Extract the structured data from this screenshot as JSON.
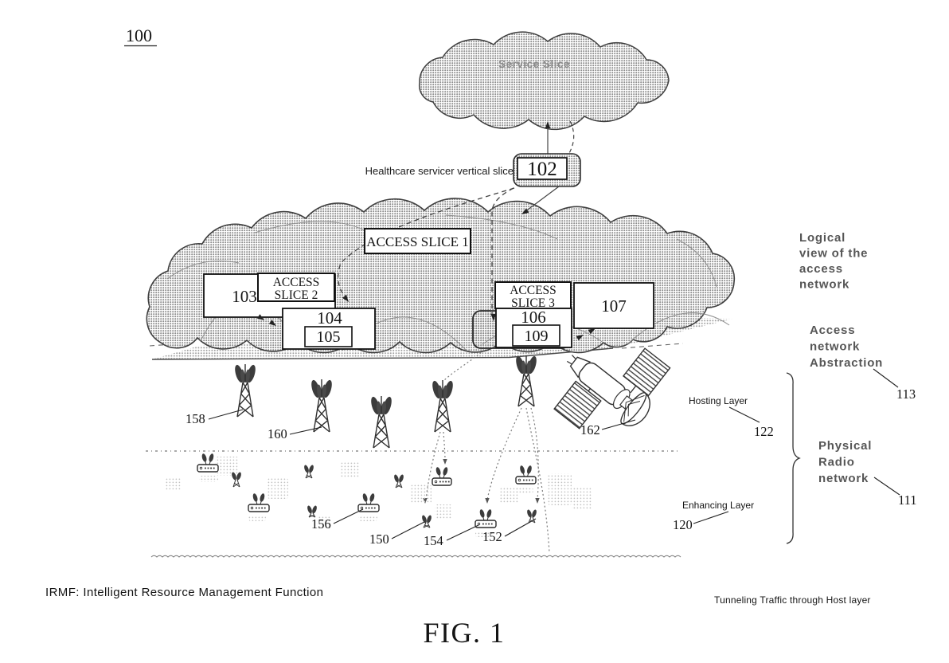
{
  "figure": {
    "reference_number": "100",
    "caption": "FIG. 1",
    "abbreviation_note": "IRMF: Intelligent Resource Management Function",
    "tunneling_note": "Tunneling Traffic through Host layer"
  },
  "service_cloud": {
    "label": "Service Slice"
  },
  "healthcare_slice": {
    "label": "Healthcare servicer vertical slice",
    "ref": "102"
  },
  "access_slices": {
    "slice1": {
      "label": "ACCESS SLICE 1"
    },
    "slice2": {
      "line1": "ACCESS",
      "line2": "SLICE 2"
    },
    "slice3": {
      "line1": "ACCESS",
      "line2": "SLICE 3"
    },
    "box103": "103",
    "box104": "104",
    "box105": "105",
    "box106": "106",
    "box109": "109",
    "box107": "107"
  },
  "right_annotations": {
    "logical_view": {
      "line1": "Logical",
      "line2": "view of the",
      "line3": "access",
      "line4": "network"
    },
    "abstraction": {
      "line1": "Access",
      "line2": "network",
      "line3": "Abstraction",
      "ref": "113"
    },
    "physical": {
      "line1": "Physical",
      "line2": "Radio",
      "line3": "network",
      "ref": "111"
    }
  },
  "layers": {
    "hosting": {
      "label": "Hosting Layer",
      "ref": "122"
    },
    "enhancing": {
      "label": "Enhancing Layer",
      "ref": "120"
    }
  },
  "equipment": {
    "tower_158": "158",
    "tower_160": "160",
    "satellite_162": "162",
    "device_156": "156",
    "device_150": "150",
    "device_154": "154",
    "device_152": "152"
  }
}
